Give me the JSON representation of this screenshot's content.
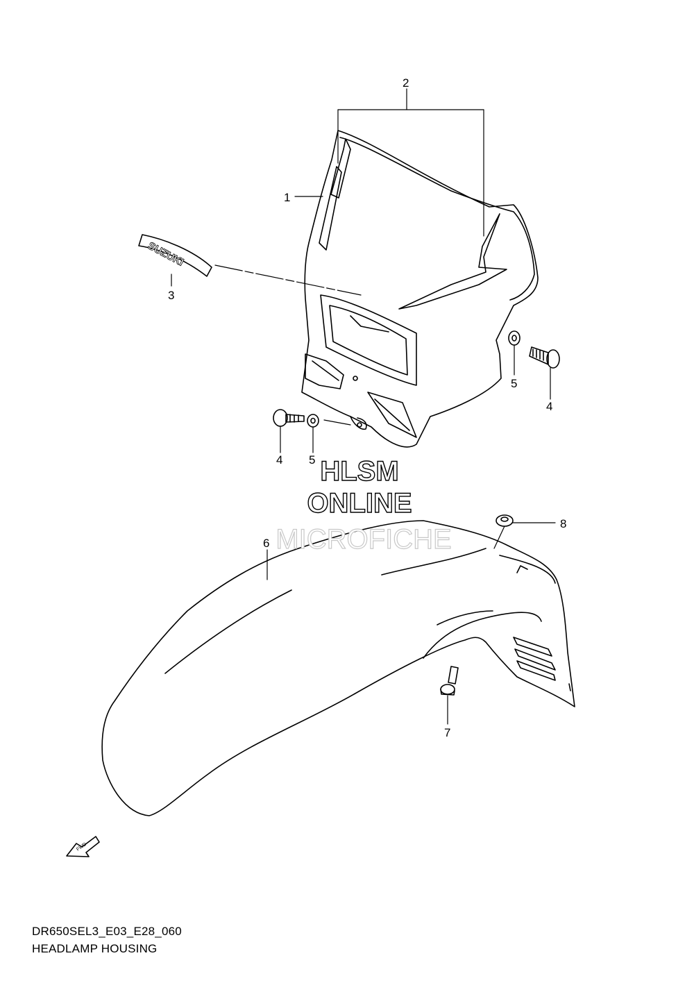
{
  "diagram": {
    "callouts": [
      "1",
      "2",
      "3",
      "4",
      "5",
      "4",
      "5",
      "6",
      "7",
      "8"
    ],
    "decal_text": "SUZUKI",
    "fwd_label": "FWD",
    "watermark": [
      "HLSM",
      "ONLINE",
      "MICROFICHE"
    ]
  },
  "footer": {
    "code": "DR650SEL3_E03_E28_060",
    "title": "HEADLAMP HOUSING"
  }
}
